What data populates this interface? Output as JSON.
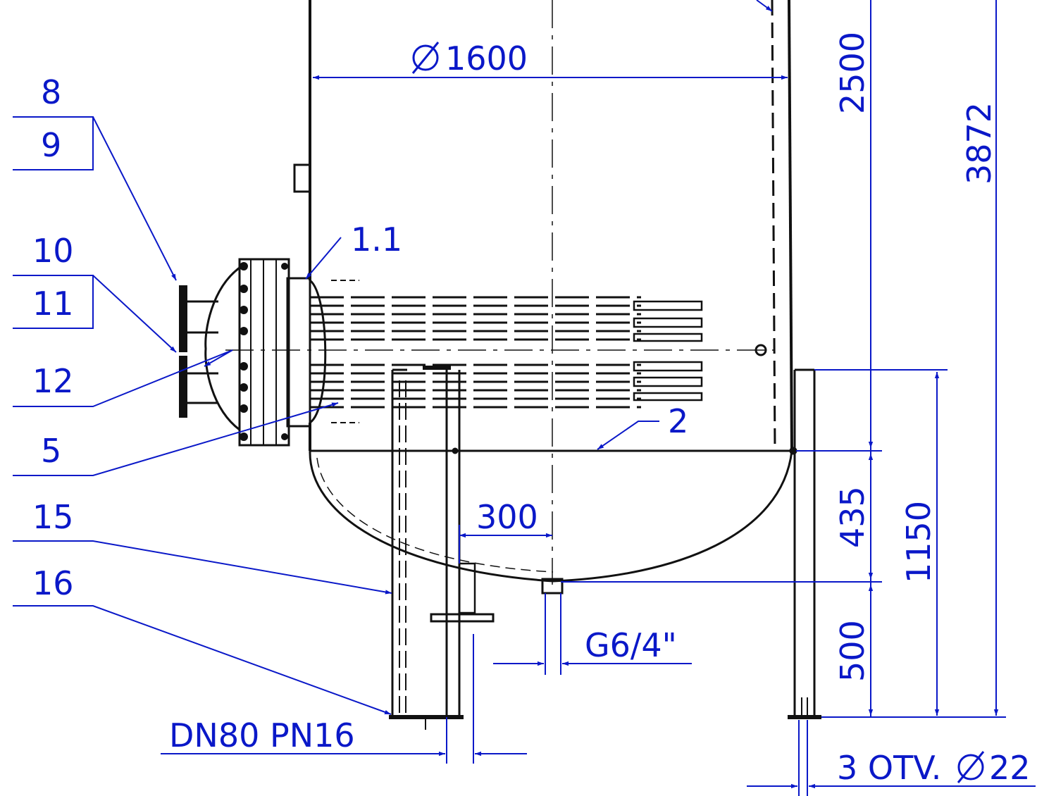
{
  "colors": {
    "outline": "#111111",
    "dimension": "#0a18c8",
    "background": "#ffffff"
  },
  "dimensions": {
    "diameter": "1600",
    "shell_upper": "2500",
    "overall_height": "3872",
    "head_depth": "435",
    "leg_height": "500",
    "support_height": "1150",
    "nozzle_offset": "300",
    "drain_thread": "G6/4\"",
    "flange_rating": "DN80 PN16",
    "holes": "3 OTV.",
    "hole_diameter": "22"
  },
  "parts": {
    "p8": "8",
    "p9": "9",
    "p10": "10",
    "p11": "11",
    "p12": "12",
    "p5": "5",
    "p15": "15",
    "p16": "16",
    "p1_1": "1.1",
    "p2": "2"
  }
}
